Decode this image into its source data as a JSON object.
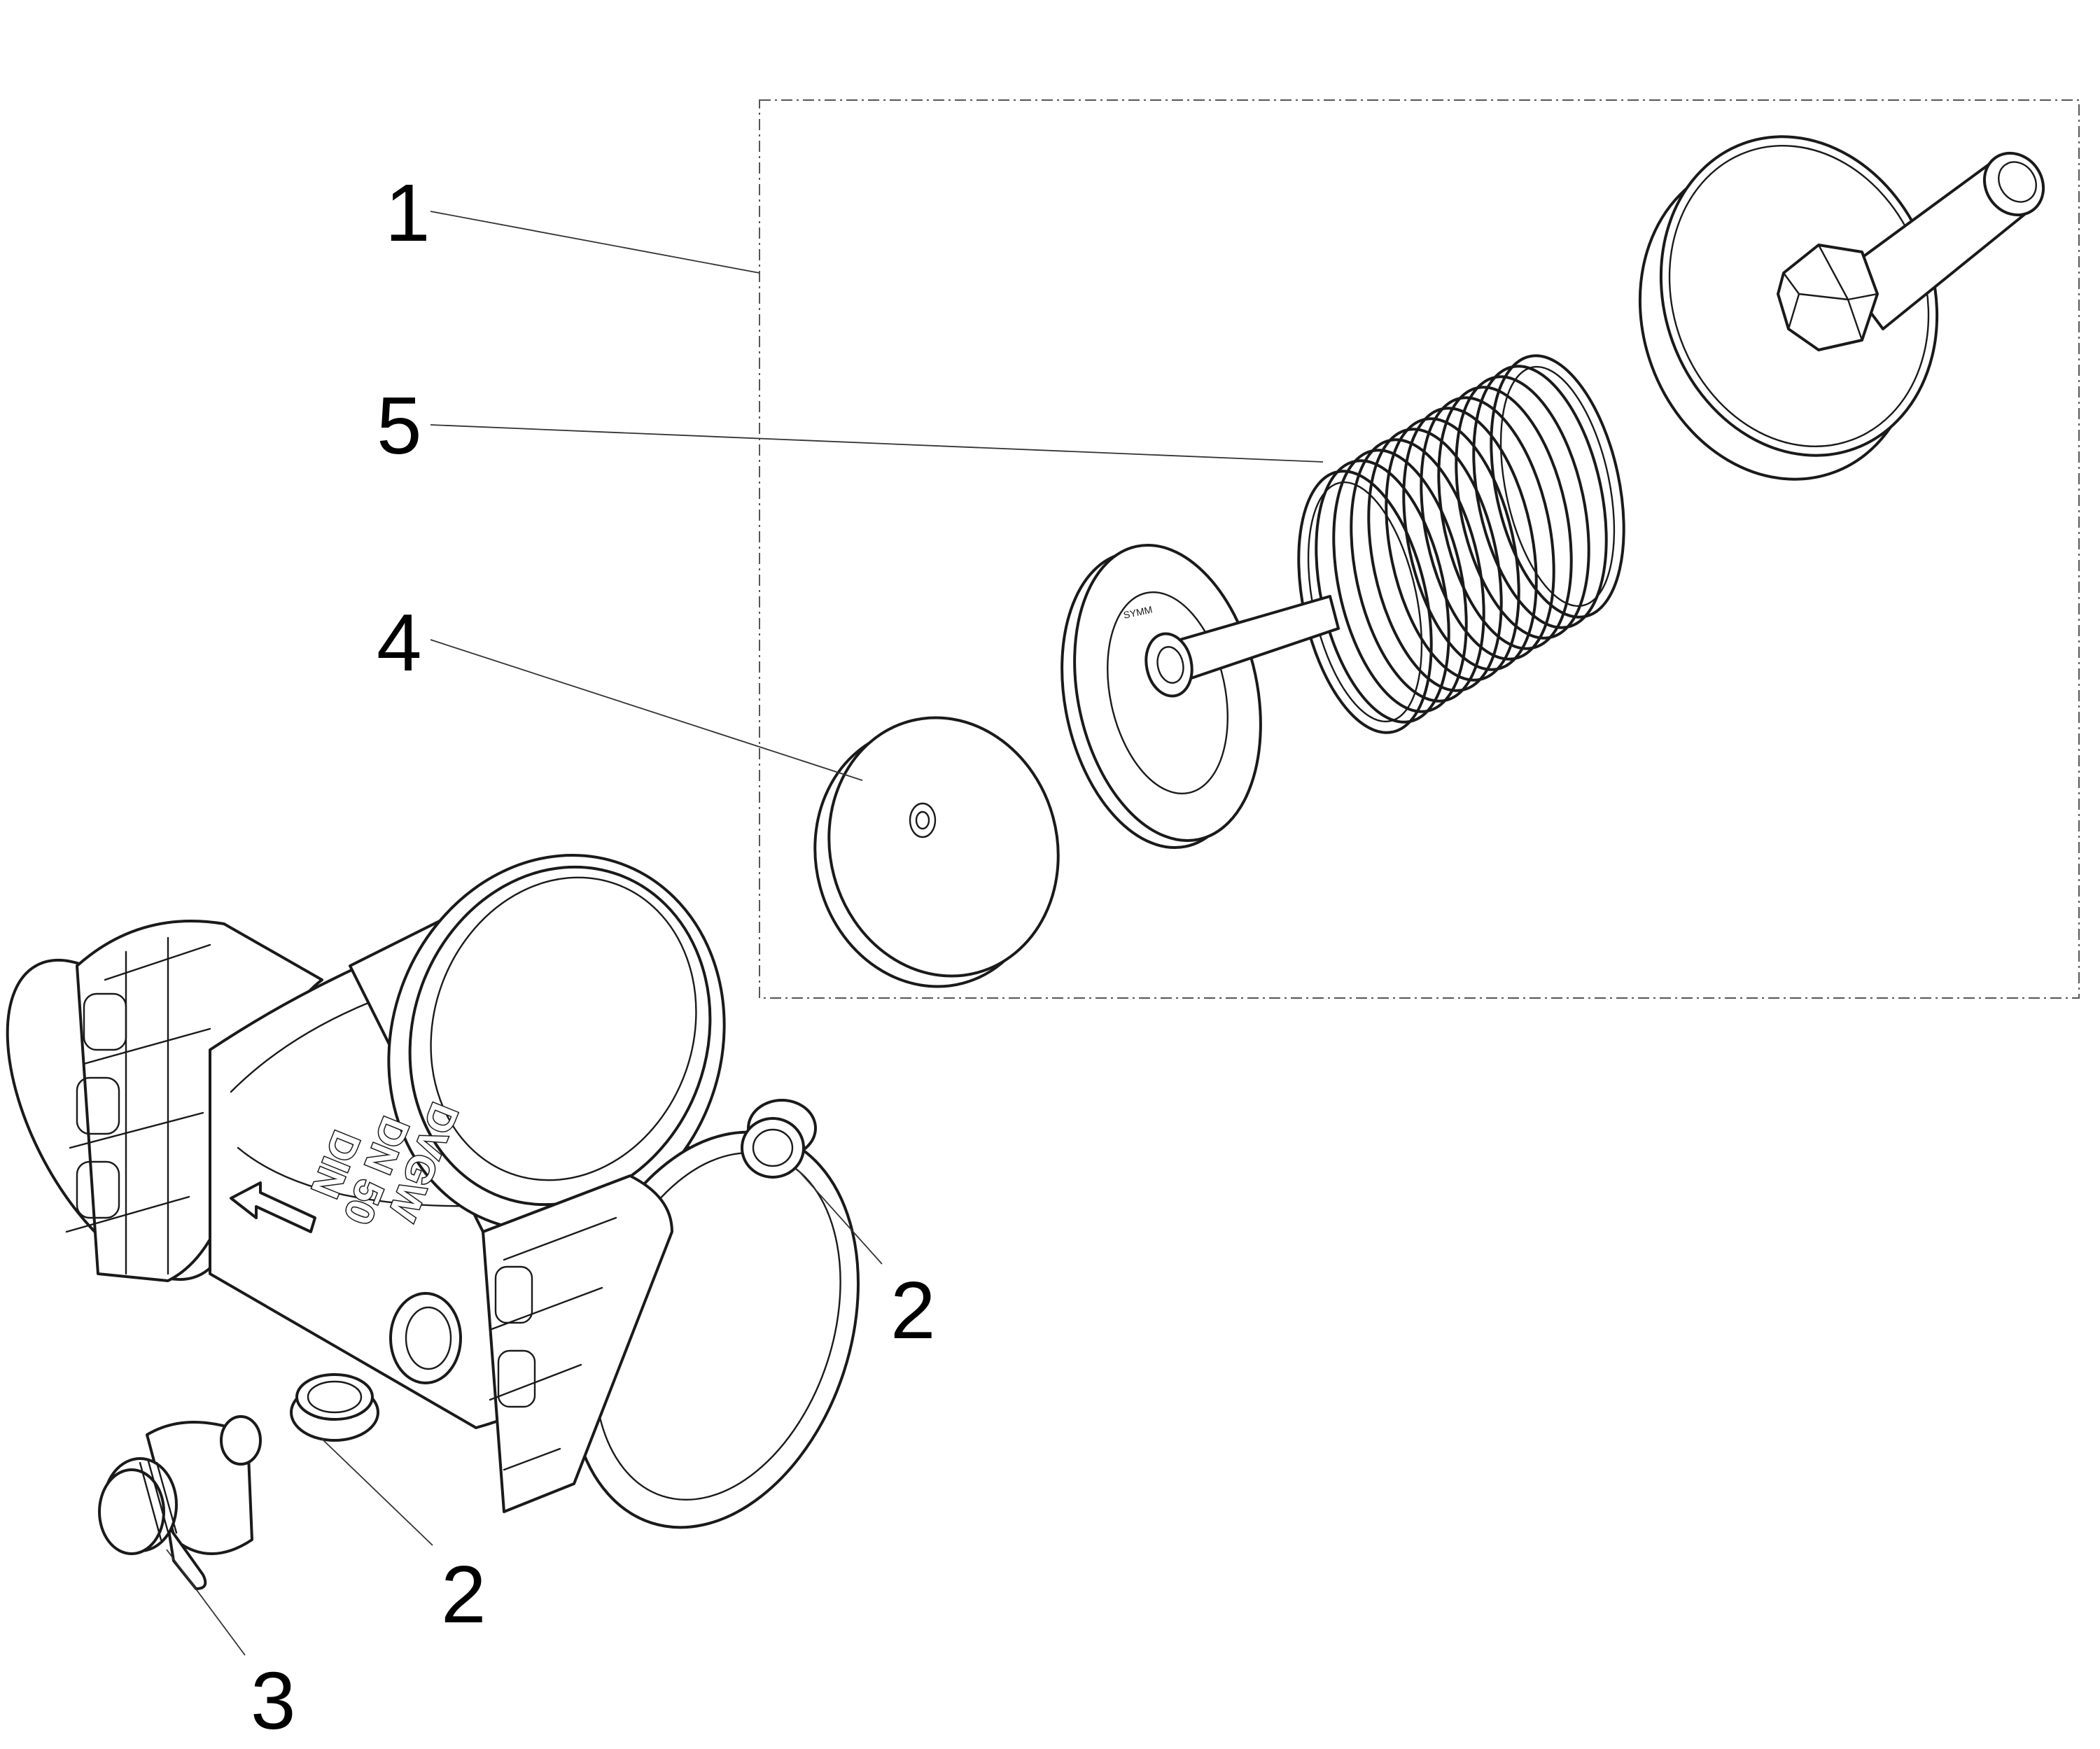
{
  "callouts": {
    "c1": "1",
    "c2a": "2",
    "c2b": "2",
    "c3": "3",
    "c4": "4",
    "c5": "5"
  },
  "body_marks": {
    "line1": "DVGW",
    "line2": "DN 50",
    "line3": "DIN"
  },
  "disc_mark": "SYMM"
}
